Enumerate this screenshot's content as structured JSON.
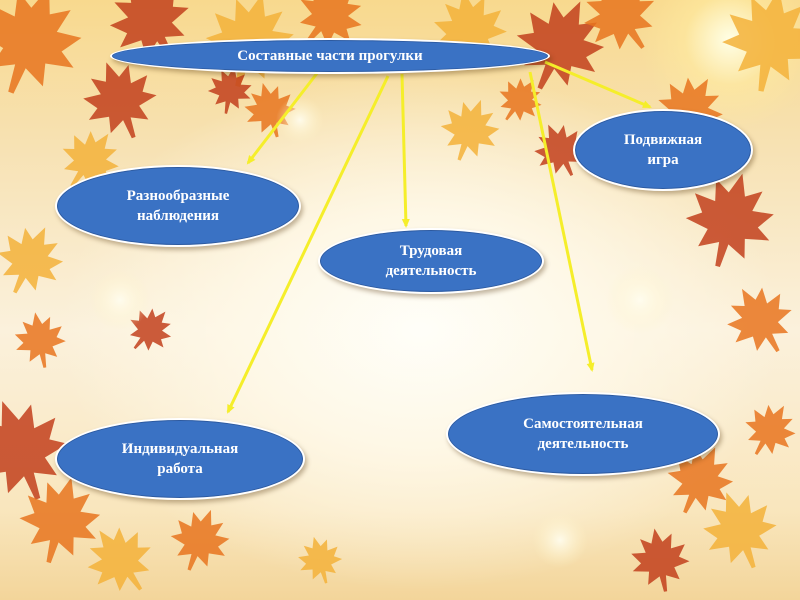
{
  "diagram": {
    "title": "Составные части прогулки",
    "nodes": [
      {
        "id": "observ",
        "lines": [
          "Разнообразные",
          "наблюдения"
        ]
      },
      {
        "id": "labor",
        "lines": [
          "Трудовая",
          "деятельность"
        ]
      },
      {
        "id": "game",
        "lines": [
          "Подвижная",
          "игра"
        ]
      },
      {
        "id": "indiv",
        "lines": [
          "Индивидуальная",
          "работа"
        ]
      },
      {
        "id": "self",
        "lines": [
          "Самостоятельная",
          "деятельность"
        ]
      }
    ],
    "edges": [
      {
        "from": "title",
        "to": "observ"
      },
      {
        "from": "title",
        "to": "labor"
      },
      {
        "from": "title",
        "to": "game"
      },
      {
        "from": "title",
        "to": "indiv"
      },
      {
        "from": "title",
        "to": "self"
      }
    ]
  },
  "colors": {
    "node_fill": "#3a72c4",
    "node_text": "#ffffff",
    "arrow": "#f5ee2a",
    "leaf_dark": "#c2401c",
    "leaf_mid": "#e8741f",
    "leaf_light": "#f3b13a"
  },
  "decor_icons": [
    "maple-leaf-icon"
  ]
}
